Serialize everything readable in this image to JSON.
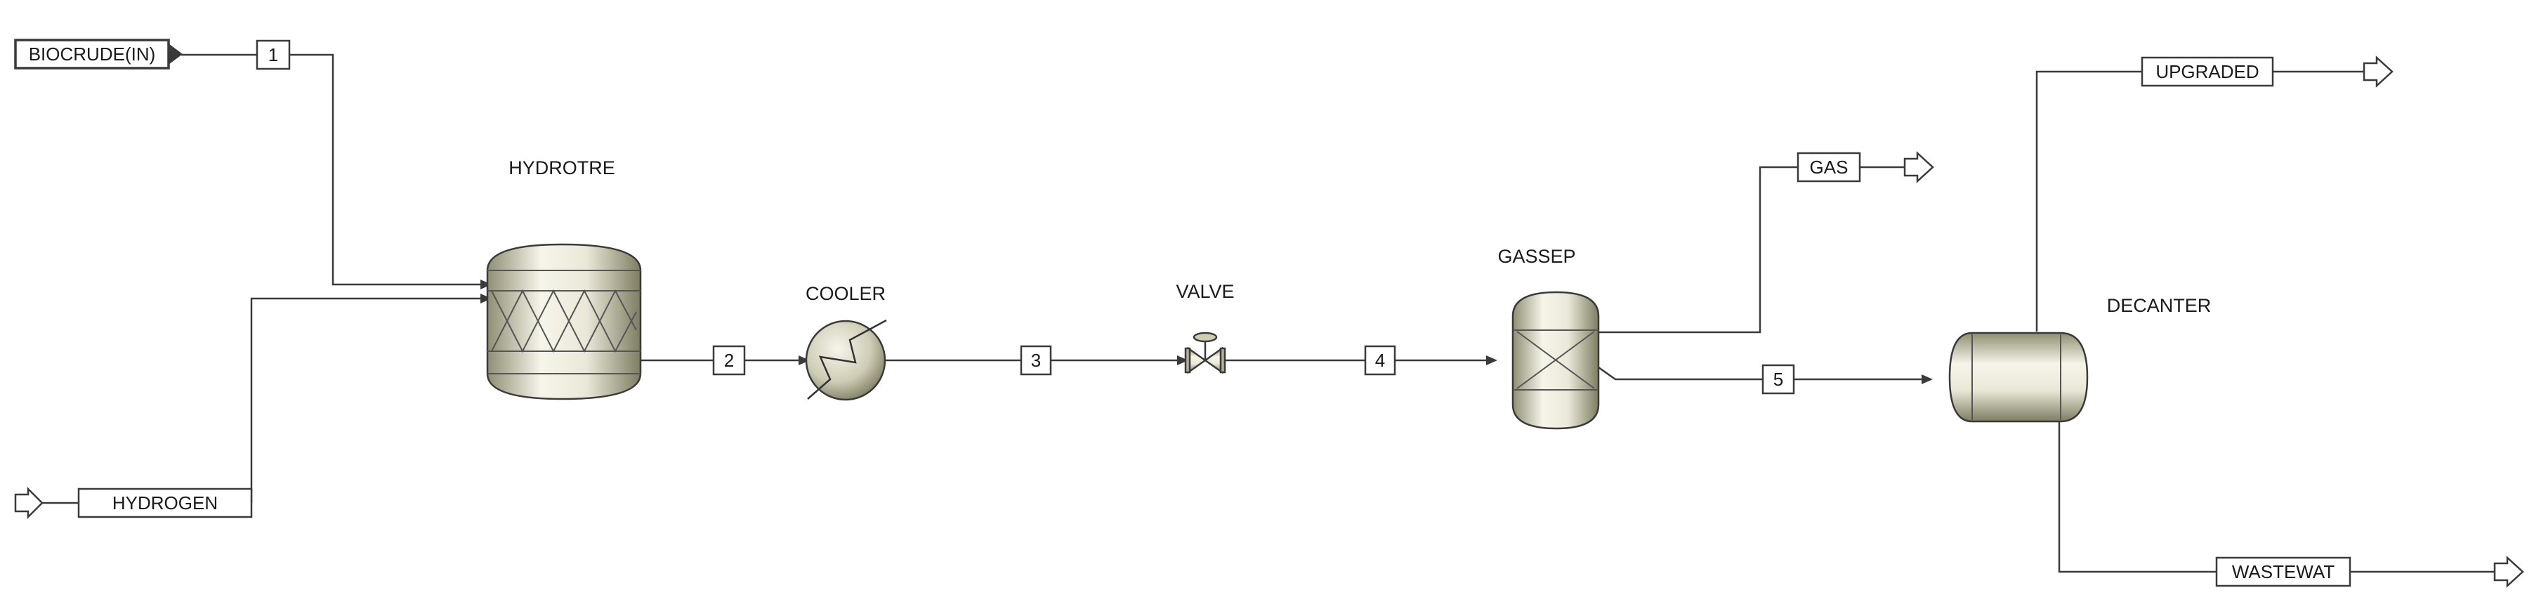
{
  "feeds": {
    "biocrude": "BIOCRUDE(IN)",
    "hydrogen": "HYDROGEN"
  },
  "streams": {
    "s1": "1",
    "s2": "2",
    "s3": "3",
    "s4": "4",
    "s5": "5"
  },
  "products": {
    "gas": "GAS",
    "upgraded": "UPGRADED",
    "wastewat": "WASTEWAT"
  },
  "units": {
    "hydrotre": "HYDROTRE",
    "cooler": "COOLER",
    "valve": "VALVE",
    "gassep": "GASSEP",
    "decanter": "DECANTER"
  },
  "colors": {
    "equipment_light": "#f4f3e8",
    "equipment_dark": "#8a8a6e",
    "line": "#3a3a3a"
  }
}
